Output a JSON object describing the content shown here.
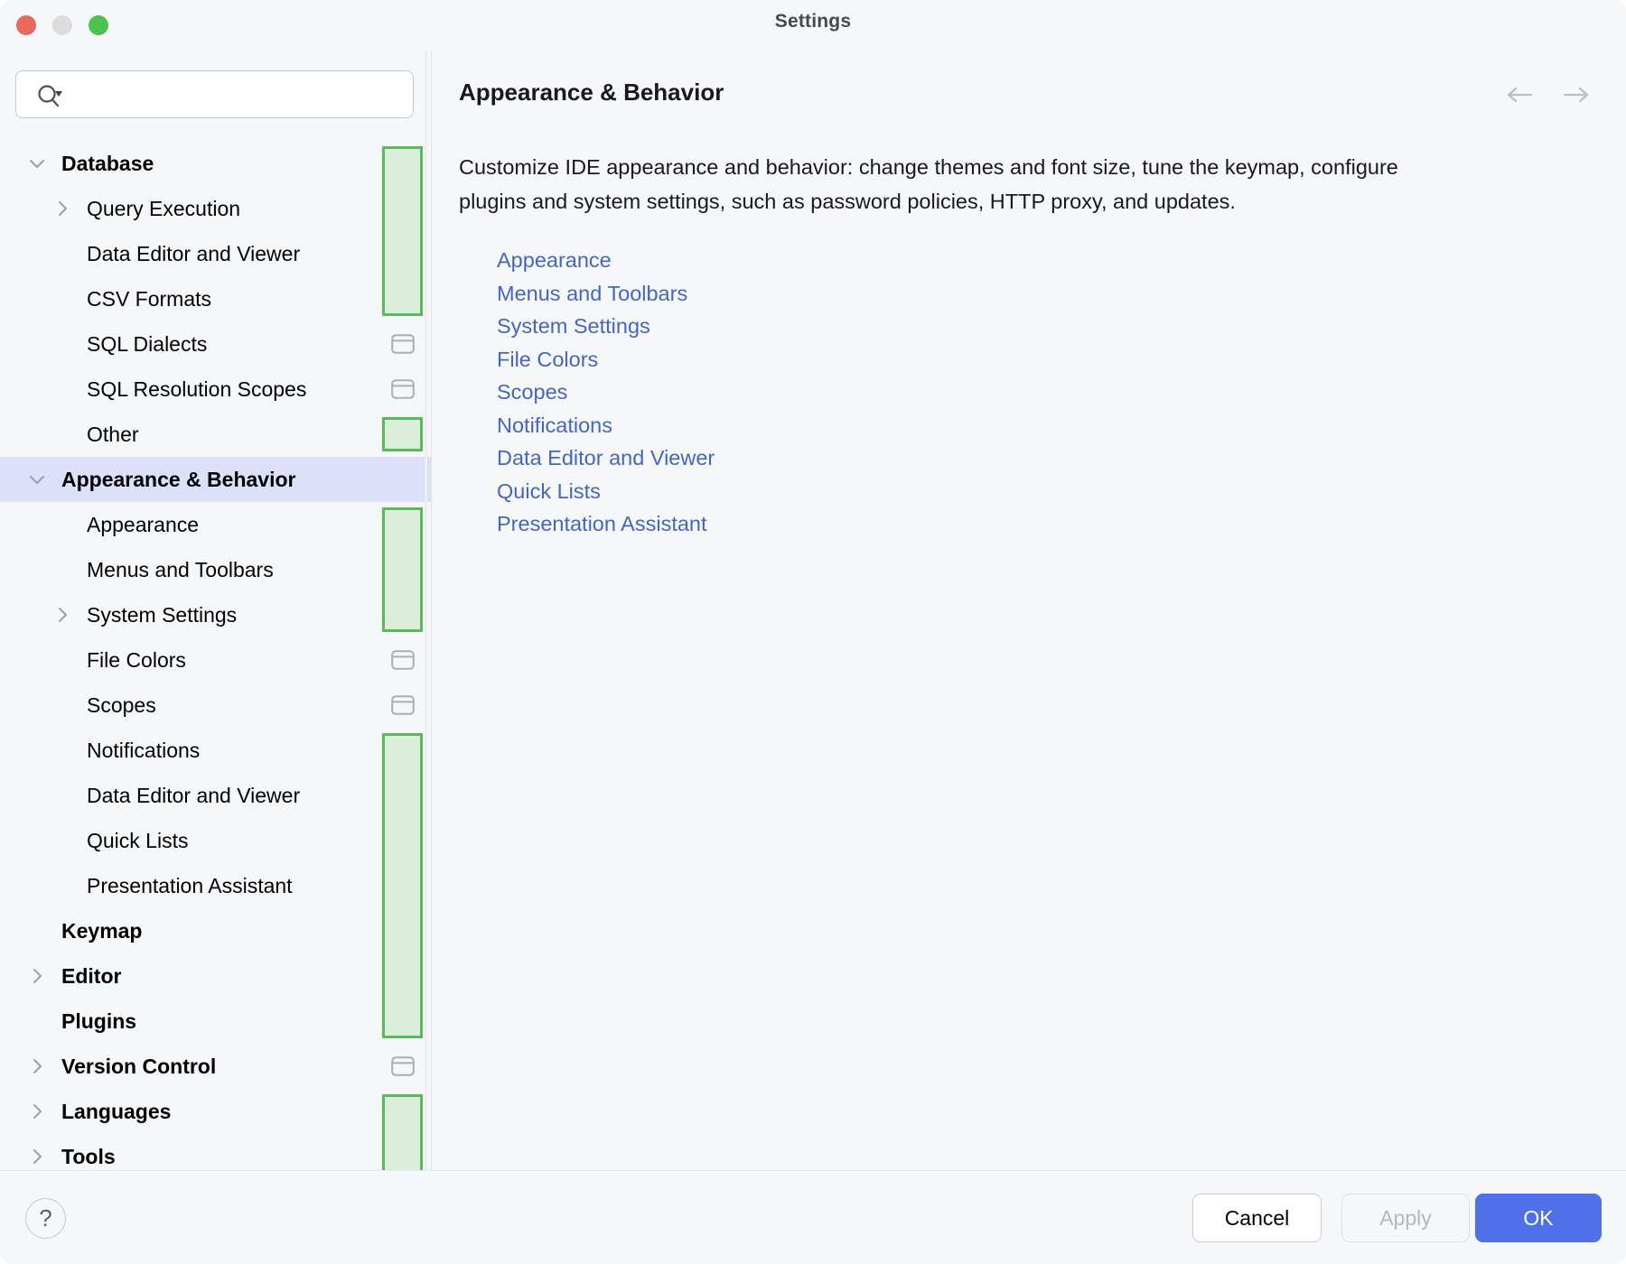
{
  "window": {
    "title": "Settings",
    "traffic_lights": [
      "close",
      "minimize",
      "zoom"
    ]
  },
  "sidebar": {
    "search": {
      "placeholder": "",
      "value": "",
      "icon": "search-icon"
    },
    "items": [
      {
        "label": "Database",
        "depth": 0,
        "bold": true,
        "twisty": "down",
        "marker": "highlight"
      },
      {
        "label": "Query Execution",
        "depth": 1,
        "bold": false,
        "twisty": "right",
        "marker": "highlight"
      },
      {
        "label": "Data Editor and Viewer",
        "depth": 1,
        "bold": false,
        "twisty": "none",
        "marker": "highlight"
      },
      {
        "label": "CSV Formats",
        "depth": 1,
        "bold": false,
        "twisty": "none",
        "marker": "highlight"
      },
      {
        "label": "SQL Dialects",
        "depth": 1,
        "bold": false,
        "twisty": "none",
        "marker": "frame-icon"
      },
      {
        "label": "SQL Resolution Scopes",
        "depth": 1,
        "bold": false,
        "twisty": "none",
        "marker": "frame-icon"
      },
      {
        "label": "Other",
        "depth": 1,
        "bold": false,
        "twisty": "none",
        "marker": "highlight"
      },
      {
        "label": "Appearance & Behavior",
        "depth": 0,
        "bold": true,
        "twisty": "down",
        "marker": "none",
        "selected": true
      },
      {
        "label": "Appearance",
        "depth": 1,
        "bold": false,
        "twisty": "none",
        "marker": "highlight"
      },
      {
        "label": "Menus and Toolbars",
        "depth": 1,
        "bold": false,
        "twisty": "none",
        "marker": "highlight"
      },
      {
        "label": "System Settings",
        "depth": 1,
        "bold": false,
        "twisty": "right",
        "marker": "highlight"
      },
      {
        "label": "File Colors",
        "depth": 1,
        "bold": false,
        "twisty": "none",
        "marker": "frame-icon"
      },
      {
        "label": "Scopes",
        "depth": 1,
        "bold": false,
        "twisty": "none",
        "marker": "frame-icon"
      },
      {
        "label": "Notifications",
        "depth": 1,
        "bold": false,
        "twisty": "none",
        "marker": "highlight"
      },
      {
        "label": "Data Editor and Viewer",
        "depth": 1,
        "bold": false,
        "twisty": "none",
        "marker": "highlight"
      },
      {
        "label": "Quick Lists",
        "depth": 1,
        "bold": false,
        "twisty": "none",
        "marker": "highlight"
      },
      {
        "label": "Presentation Assistant",
        "depth": 1,
        "bold": false,
        "twisty": "none",
        "marker": "highlight"
      },
      {
        "label": "Keymap",
        "depth": 0,
        "bold": true,
        "twisty": "none",
        "marker": "highlight"
      },
      {
        "label": "Editor",
        "depth": 0,
        "bold": true,
        "twisty": "right",
        "marker": "highlight"
      },
      {
        "label": "Plugins",
        "depth": 0,
        "bold": true,
        "twisty": "none",
        "marker": "highlight"
      },
      {
        "label": "Version Control",
        "depth": 0,
        "bold": true,
        "twisty": "right",
        "marker": "frame-icon"
      },
      {
        "label": "Languages",
        "depth": 0,
        "bold": true,
        "twisty": "right",
        "marker": "highlight"
      },
      {
        "label": "Tools",
        "depth": 0,
        "bold": true,
        "twisty": "right",
        "marker": "highlight"
      }
    ]
  },
  "main": {
    "title": "Appearance & Behavior",
    "description": "Customize IDE appearance and behavior: change themes and font size, tune the keymap, configure plugins and system settings, such as password policies, HTTP proxy, and updates.",
    "nav": {
      "back": "back-arrow-icon",
      "forward": "forward-arrow-icon"
    },
    "links": [
      "Appearance",
      "Menus and Toolbars",
      "System Settings",
      "File Colors",
      "Scopes",
      "Notifications",
      "Data Editor and Viewer",
      "Quick Lists",
      "Presentation Assistant"
    ]
  },
  "footer": {
    "help_label": "?",
    "cancel_label": "Cancel",
    "apply_label": "Apply",
    "ok_label": "OK"
  },
  "colors": {
    "accent": "#4f70e8",
    "link": "#4565c4",
    "selection": "#dce0f8",
    "highlight_fill": "#dbeed9",
    "highlight_border": "#5cb85c",
    "window_bg": "#f6f7f9"
  }
}
